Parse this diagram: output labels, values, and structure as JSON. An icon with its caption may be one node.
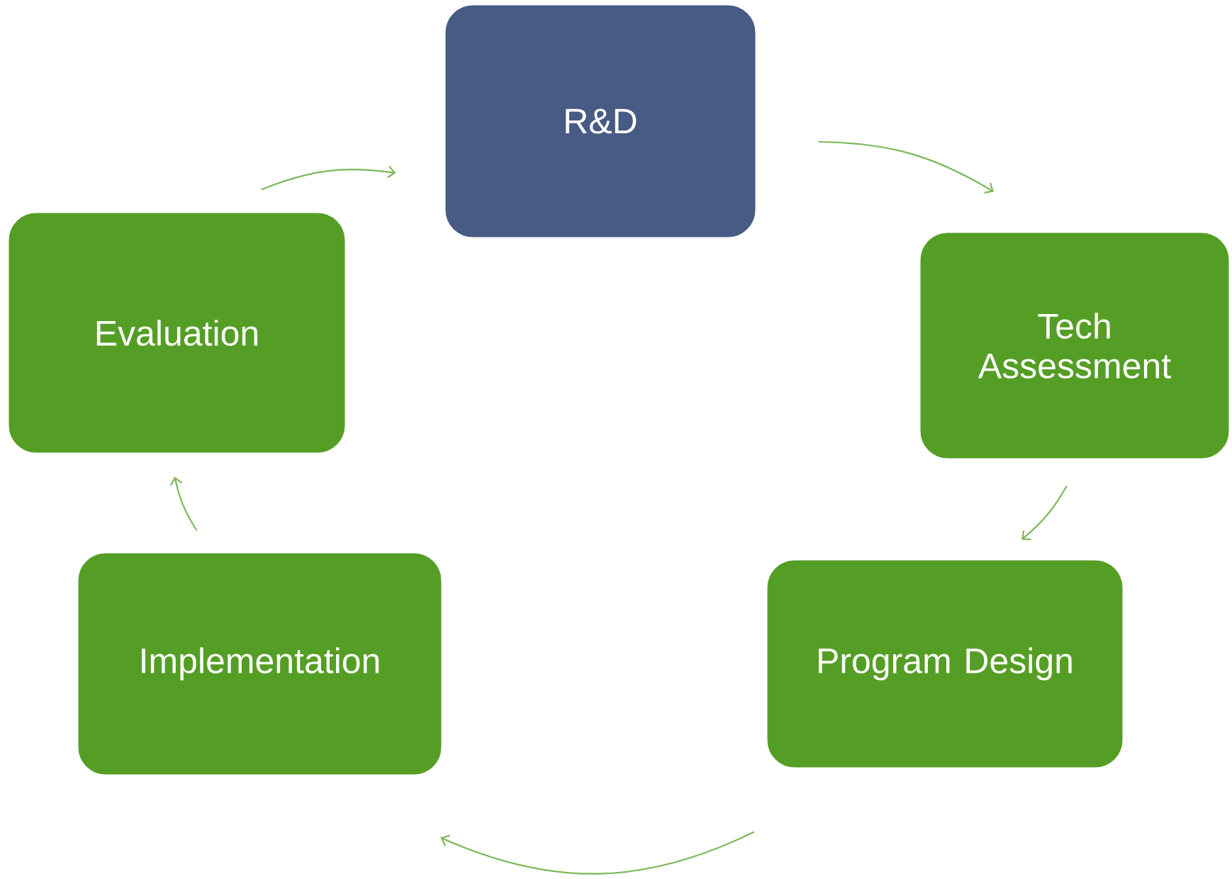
{
  "diagram": {
    "nodes": [
      {
        "text": [
          "R&D"
        ]
      },
      {
        "text": [
          "Tech Assessment"
        ]
      },
      {
        "text": [
          "Program Design"
        ]
      },
      {
        "text": [
          "Implementation"
        ]
      },
      {
        "text": [
          "Evaluation"
        ]
      }
    ],
    "edges": [
      {
        "from": 0,
        "to": 1,
        "arrow": "to"
      },
      {
        "from": 1,
        "to": 2,
        "arrow": "to"
      },
      {
        "from": 2,
        "to": 3,
        "arrow": "to"
      },
      {
        "from": 3,
        "to": 4,
        "arrow": "to"
      },
      {
        "from": 4,
        "to": 0,
        "arrow": "to"
      }
    ]
  }
}
